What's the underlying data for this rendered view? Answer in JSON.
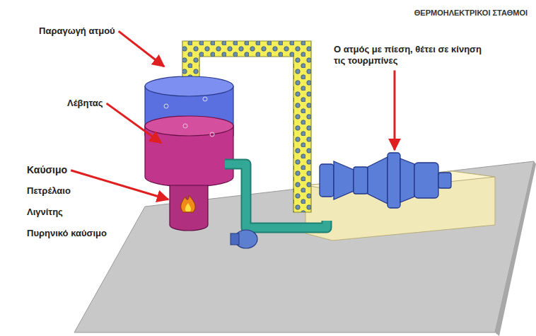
{
  "diagram": {
    "title": "ΘΕΡΜΟΗΛΕΚΤΡΙΚΟΙ ΣΤΑΘΜΟΙ",
    "labels": [
      "Παραγωγή ατμού",
      "Λέβητας",
      "Καύσιμο",
      "Πετρέλαιο",
      "Λιγνίτης",
      "Πυρηνικό καύσιμο",
      "Ο ατμός με πίεση, θέτει σε κίνηση τις τουρμπίνες"
    ]
  }
}
